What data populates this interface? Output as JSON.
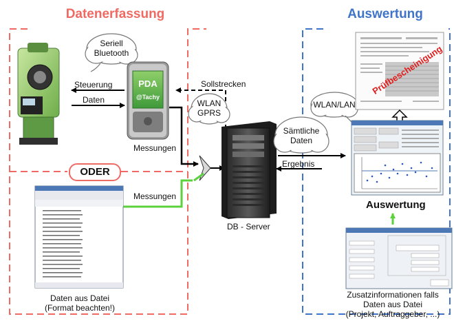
{
  "sections": {
    "left_title": "Datenerfassung",
    "right_title": "Auswertung",
    "oder": "ODER"
  },
  "clouds": {
    "seriell": [
      "Seriell",
      "Bluetooth"
    ],
    "wlan_gprs": [
      "WLAN",
      "GPRS"
    ],
    "wlan_lan": "WLAN/LAN",
    "saemtliche": [
      "Sämtliche",
      "Daten"
    ]
  },
  "labels": {
    "steuerung": "Steuerung",
    "daten": "Daten",
    "sollstrecken": "Sollstrecken",
    "messungen_pda": "Messungen",
    "messungen_file": "Messungen",
    "ergebnis": "Ergebnis",
    "db_server": "DB - Server",
    "auswertung_caption": "Auswertung",
    "daten_datei": [
      "Daten aus Datei",
      "(Format beachten!)"
    ],
    "zusatz": [
      "Zusatzinformationen falls",
      "Daten aus Datei",
      "(Projekt, Auftraggeber, ...)"
    ]
  },
  "pda": {
    "line1": "PDA",
    "line2": "@Tachy"
  },
  "certificate_stamp": "Prüfbescheinigung",
  "colors": {
    "red": "#ef6a63",
    "blue": "#3f74c9",
    "green": "#5bd23c",
    "black": "#000000"
  },
  "icons": [
    "total-station-icon",
    "pda-icon",
    "server-icon",
    "text-editor-window",
    "analysis-window",
    "certificate-document",
    "input-form-window"
  ]
}
